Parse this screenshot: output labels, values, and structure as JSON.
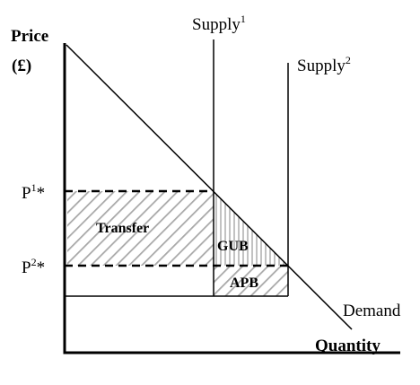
{
  "diagram": {
    "y_axis_label": "Price",
    "y_axis_unit": "(£)",
    "x_axis_label": "Quantity",
    "supply1": {
      "text": "Supply",
      "sup": "1"
    },
    "supply2": {
      "text": "Supply",
      "sup": "2"
    },
    "demand_label": "Demand",
    "p1_label": {
      "text": "P",
      "sup": "1",
      "suffix": "*"
    },
    "p2_label": {
      "text": "P",
      "sup": "2",
      "suffix": "*"
    },
    "regions": {
      "transfer": "Transfer",
      "gub": "GUB",
      "apb": "APB"
    }
  }
}
